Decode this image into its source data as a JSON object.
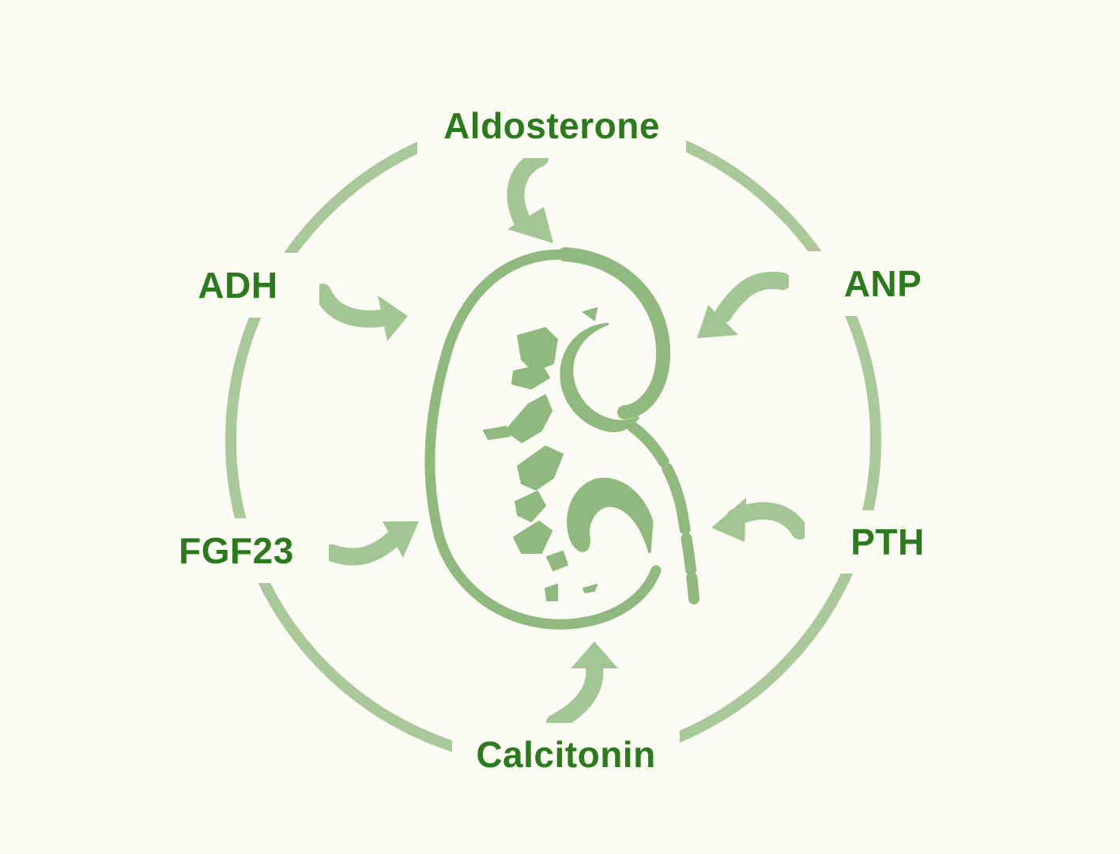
{
  "colors": {
    "background": "#fdfcf4",
    "label_text": "#2c7a1e",
    "ring": "#a9c99a",
    "arrow": "#a2c694",
    "kidney": "#8fb97e"
  },
  "diagram": {
    "center_graphic": "kidney-icon",
    "hormones": {
      "aldosterone": "Aldosterone",
      "adh": "ADH",
      "anp": "ANP",
      "fgf23": "FGF23",
      "pth": "PTH",
      "calcitonin": "Calcitonin"
    }
  }
}
